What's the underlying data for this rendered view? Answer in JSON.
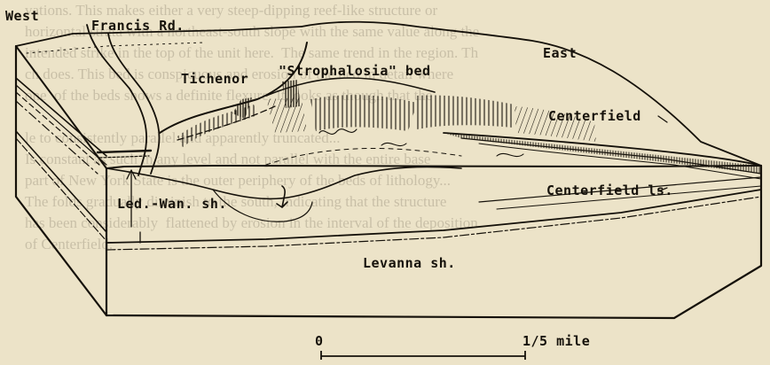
{
  "labels": {
    "west": "West",
    "east": "East",
    "francis_rd": "Francis Rd.",
    "tichenor": "Tichenor",
    "strophalosia": "\"Strophalosia\" bed",
    "centerfield": "Centerfield",
    "centerfield_ls": "Centerfield ls.",
    "led_wan": "Led.-Wan. sh.",
    "levanna": "Levanna sh.",
    "scale_zero": "0",
    "scale_max": "1/5 mile"
  },
  "bleed_text": [
    "vations. This makes either a very steep-dipping reef-like structure or",
    "horizontal strata with a northeast-south slope with the same value along the",
    "intended strike in the top of the unit here.  The same trend in the region. Th",
    "ch does. This bed is conspicuous and erosion of the bed in detail where",
    "one  of the beds shows a definite flexure. It looks as though that the",
    "",
    "le to consistently parallel and apparently truncated...",
    "Is constant as such in any level and not parallel with the entire base",
    "part of New York State is the outer periphery of the beds of lithology...",
    "The folds gradually diminish to the south, indicating that the structure",
    "has been considerably  flattened by erosion in the interval of the deposition",
    "of Centerfield."
  ]
}
